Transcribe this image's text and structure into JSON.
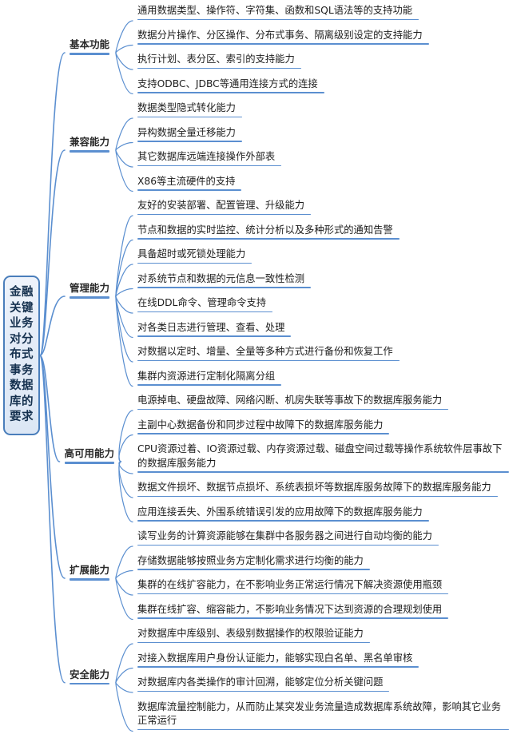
{
  "diagram": {
    "type": "mind-map",
    "title": "金融关键业务对分布式事务数据库的要求",
    "accent_color": "#5b8fd0",
    "root_border_color": "#4a7ebb",
    "root_fill_color": "#e2ebf7",
    "text_color": "#1d1d1d"
  },
  "root": {
    "label": "金融关键业务对分布式事务数据库的要求"
  },
  "branches": [
    {
      "label": "基本功能",
      "items": [
        "通用数据类型、操作符、字符集、函数和SQL语法等的支持功能",
        "数据分片操作、分区操作、分布式事务、隔离级别设定的支持能力",
        "执行计划、表分区、索引的支持能力",
        "支持ODBC、JDBC等通用连接方式的连接"
      ]
    },
    {
      "label": "兼容能力",
      "items": [
        "数据类型隐式转化能力",
        "异构数据全量迁移能力",
        "其它数据库远端连接操作外部表",
        "X86等主流硬件的支持"
      ]
    },
    {
      "label": "管理能力",
      "items": [
        "友好的安装部署、配置管理、升级能力",
        "节点和数据的实时监控、统计分析以及多种形式的通知告警",
        "具备超时或死锁处理能力",
        "对系统节点和数据的元信息一致性检测",
        "在线DDL命令、管理命令支持",
        "对各类日志进行管理、查看、处理",
        "对数据以定时、增量、全量等多种方式进行备份和恢复工作",
        "集群内资源进行定制化隔离分组"
      ]
    },
    {
      "label": "高可用能力",
      "items": [
        "电源掉电、硬盘故障、网络闪断、机房失联等事故下的数据库服务能力",
        "主副中心数据备份和同步过程中故障下的数据库服务能力",
        "CPU资源过着、IO资源过载、内存资源过载、磁盘空间过载等操作系统软件层事故下的数据库服务能力",
        "数据文件损坏、数据节点损坏、系统表损坏等数据库服务故障下的数据库服务能力",
        "应用连接丢失、外围系统错误引发的应用故障下的数据库服务能力"
      ]
    },
    {
      "label": "扩展能力",
      "items": [
        "读写业务的计算资源能够在集群中各服务器之间进行自动均衡的能力",
        "存储数据能够按照业务方定制化需求进行均衡的能力",
        "集群的在线扩容能力，在不影响业务正常运行情况下解决资源使用瓶颈",
        "集群在线扩容、缩容能力，不影响业务情况下达到资源的合理规划使用"
      ]
    },
    {
      "label": "安全能力",
      "items": [
        "对数据库中库级别、表级别数据操作的权限验证能力",
        "对接入数据库用户身份认证能力，能够实现白名单、黑名单审核",
        "对数据库内各类操作的审计回溯，能够定位分析关键问题",
        "数据库流量控制能力，从而防止某突发业务流量造成数据库系统故障，影响其它业务正常运行"
      ]
    }
  ]
}
